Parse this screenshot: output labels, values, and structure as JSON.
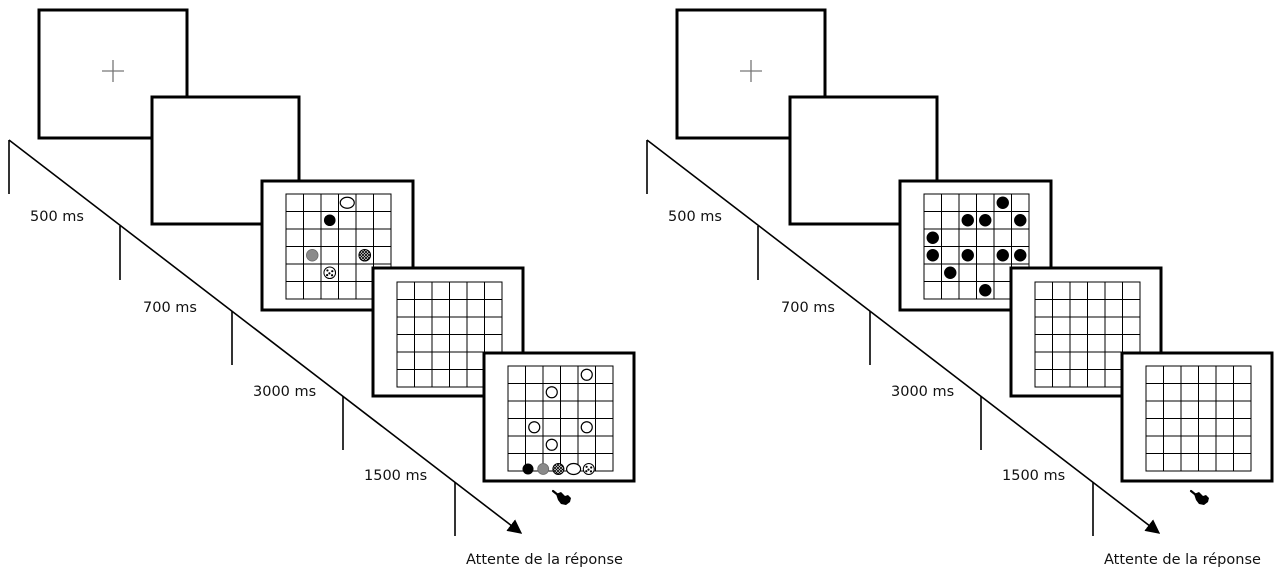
{
  "panels": [
    {
      "id": "left",
      "durations": [
        "500 ms",
        "700 ms",
        "3000 ms",
        "1500 ms"
      ],
      "end_label": "Attente de la réponse",
      "fixation_symbol": "+",
      "grid": {
        "cols": 6,
        "rows": 6
      },
      "study_items": [
        {
          "col": 3,
          "row": 0,
          "kind": "white"
        },
        {
          "col": 2,
          "row": 1,
          "kind": "black"
        },
        {
          "col": 1,
          "row": 3,
          "kind": "gray"
        },
        {
          "col": 4,
          "row": 3,
          "kind": "hatched"
        },
        {
          "col": 2,
          "row": 4,
          "kind": "dotted"
        }
      ],
      "test_items": [
        {
          "col": 4,
          "row": 0,
          "kind": "white"
        },
        {
          "col": 2,
          "row": 1,
          "kind": "white"
        },
        {
          "col": 1,
          "row": 3,
          "kind": "white"
        },
        {
          "col": 4,
          "row": 3,
          "kind": "white"
        },
        {
          "col": 2,
          "row": 4,
          "kind": "white"
        }
      ],
      "response_palette": [
        "black",
        "gray",
        "hatched",
        "white",
        "dotted"
      ],
      "hand_icon": "pointing-hand-icon"
    },
    {
      "id": "right",
      "durations": [
        "500 ms",
        "700 ms",
        "3000 ms",
        "1500 ms"
      ],
      "end_label": "Attente de la réponse",
      "fixation_symbol": "+",
      "grid": {
        "cols": 6,
        "rows": 6
      },
      "study_items": [
        {
          "col": 4,
          "row": 0,
          "kind": "black"
        },
        {
          "col": 2,
          "row": 1,
          "kind": "black"
        },
        {
          "col": 3,
          "row": 1,
          "kind": "black"
        },
        {
          "col": 5,
          "row": 1,
          "kind": "black"
        },
        {
          "col": 0,
          "row": 2,
          "kind": "black"
        },
        {
          "col": 0,
          "row": 3,
          "kind": "black"
        },
        {
          "col": 2,
          "row": 3,
          "kind": "black"
        },
        {
          "col": 4,
          "row": 3,
          "kind": "black"
        },
        {
          "col": 5,
          "row": 3,
          "kind": "black"
        },
        {
          "col": 1,
          "row": 4,
          "kind": "black"
        },
        {
          "col": 3,
          "row": 5,
          "kind": "black"
        }
      ],
      "test_items": [],
      "response_palette": [],
      "hand_icon": "pointing-hand-icon"
    }
  ]
}
